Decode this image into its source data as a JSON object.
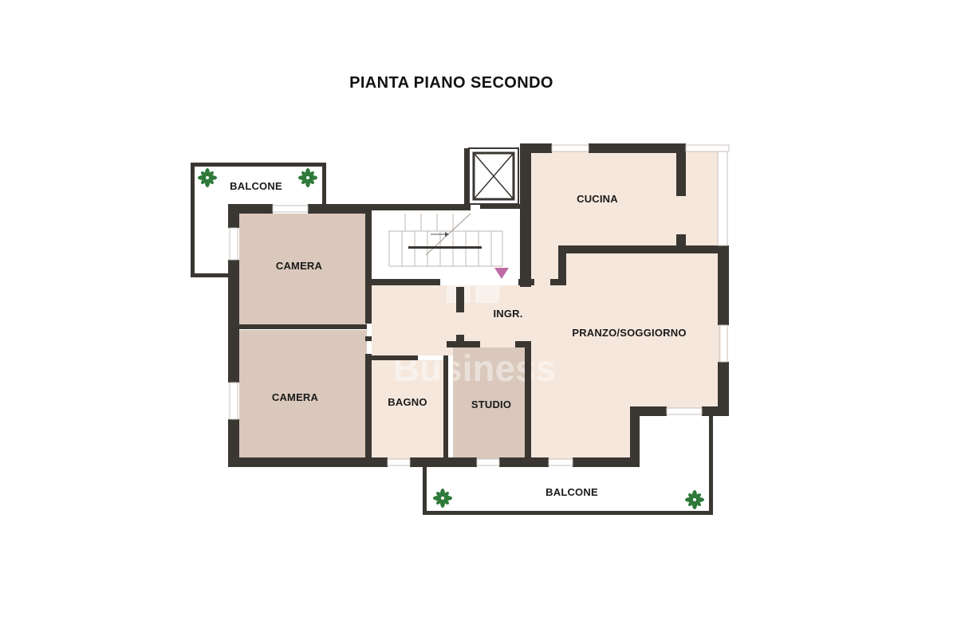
{
  "title": "PIANTA PIANO SECONDO",
  "rooms": {
    "balcone_top": "BALCONE",
    "camera_1": "CAMERA",
    "camera_2": "CAMERA",
    "cucina": "CUCINA",
    "ingresso": "INGR.",
    "pranzo_soggiorno": "PRANZO/SOGGIORNO",
    "bagno": "BAGNO",
    "studio": "STUDIO",
    "balcone_bottom": "BALCONE"
  },
  "watermark": "Business",
  "colors": {
    "wall": "#3a3632",
    "camera_floor": "#d9c8bb",
    "studio_floor": "#d9c8bb",
    "light_floor": "#f5e7dc",
    "balcony_floor": "#ffffff",
    "plant": "#2f7a3a",
    "entry_marker": "#c06aa8"
  },
  "icons": [
    "plant-icon",
    "entry-arrow-icon",
    "elevator-icon",
    "stairs-icon"
  ]
}
